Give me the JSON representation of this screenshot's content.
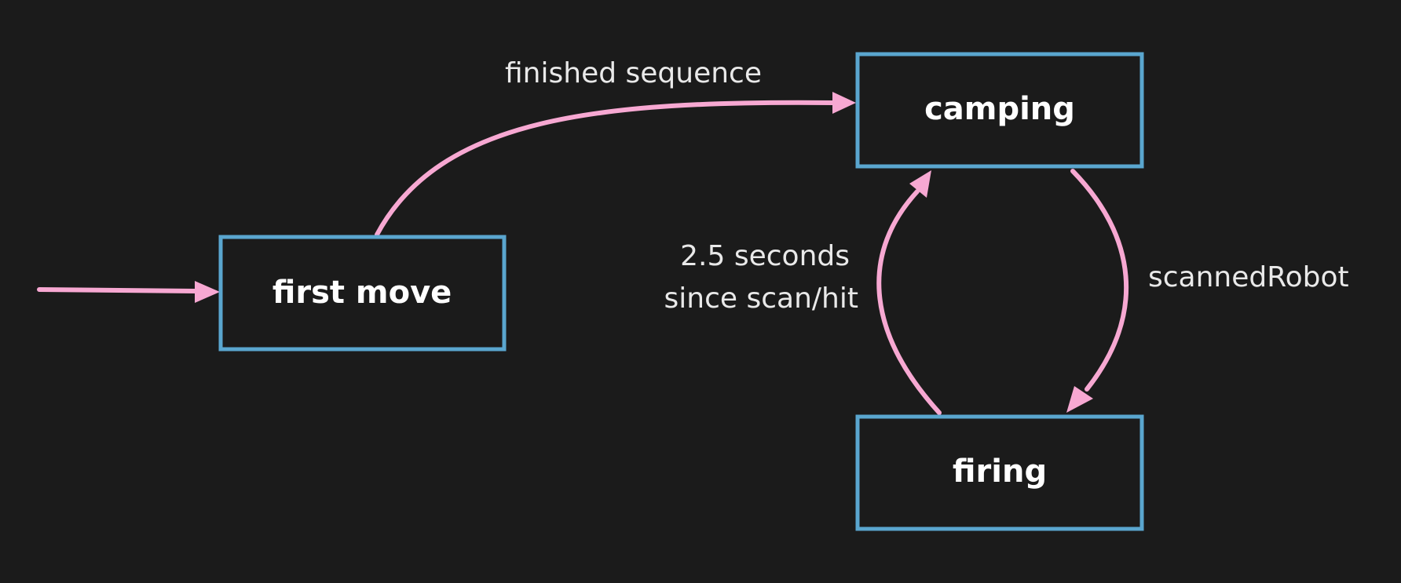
{
  "colors": {
    "background": "#1b1b1b",
    "state_border": "#5aa6cf",
    "transition": "#f7a8d2",
    "state_text": "#ffffff",
    "label_text": "#e9e9e9"
  },
  "states": {
    "first_move": "first move",
    "camping": "camping",
    "firing": "firing"
  },
  "transitions": {
    "first_move_to_camping": "finished sequence",
    "camping_to_firing": "scannedRobot",
    "firing_to_camping_line1": "2.5 seconds",
    "firing_to_camping_line2": "since scan/hit"
  }
}
